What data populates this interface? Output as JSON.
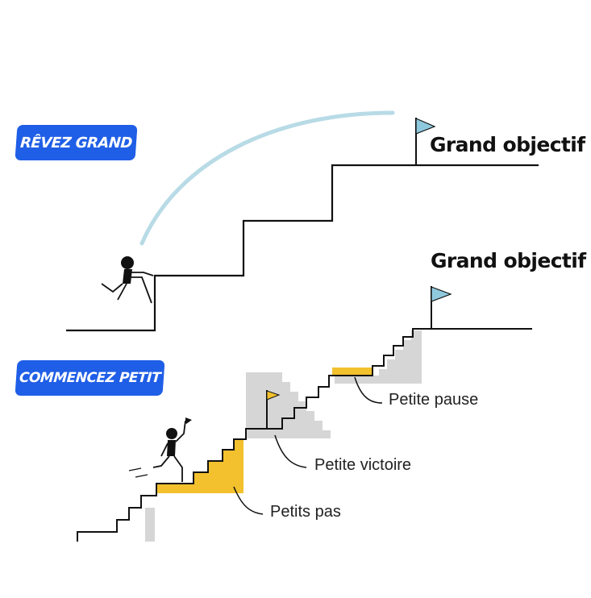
{
  "top_section": {
    "badge": "RÊVEZ GRAND",
    "goal": "Grand objectif"
  },
  "bottom_section": {
    "badge": "COMMENCEZ PETIT",
    "goal": "Grand objectif",
    "labels": {
      "pause": "Petite pause",
      "victory": "Petite victoire",
      "steps": "Petits pas"
    }
  },
  "colors": {
    "badge": "#1f5ee6",
    "arc": "#b8dbe6",
    "flag_blue": "#8fc9de",
    "flag_yellow": "#f3c12d",
    "highlight": "#f3c12d",
    "step_shadow": "#d6d6d6",
    "line": "#111111"
  }
}
